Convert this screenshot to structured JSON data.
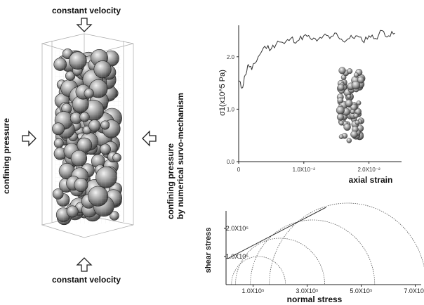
{
  "left_panel": {
    "top_label": "constant velocity",
    "bottom_label": "constant velocity",
    "left_label": "confining pressure",
    "right_label_line1": "confining pressure",
    "right_label_line2": "by numerical survo-mechanism"
  },
  "chart_data": [
    {
      "type": "line",
      "ylabel": "σ1(x10^5 Pa)",
      "xlabel": "axial strain",
      "xlim": [
        0,
        0.025
      ],
      "ylim": [
        0.0,
        2.6
      ],
      "x_ticks": [
        "0",
        "1.0X10⁻²",
        "2.0X10⁻²"
      ],
      "y_ticks": [
        "0.0",
        "1.0",
        "2.0"
      ],
      "series": [
        {
          "x": [
            0,
            0.0005,
            0.001,
            0.0015,
            0.002,
            0.003,
            0.004,
            0.005,
            0.006,
            0.007,
            0.008,
            0.009,
            0.01,
            0.011,
            0.012,
            0.013,
            0.014,
            0.015,
            0.016,
            0.017,
            0.018,
            0.019,
            0.02,
            0.021,
            0.022,
            0.023,
            0.024
          ],
          "y": [
            1.55,
            1.4,
            1.65,
            1.85,
            1.75,
            2.0,
            2.2,
            2.15,
            2.3,
            2.25,
            2.35,
            2.3,
            2.4,
            2.35,
            2.3,
            2.4,
            2.35,
            2.45,
            2.3,
            2.35,
            2.4,
            2.3,
            2.4,
            2.35,
            2.5,
            2.4,
            2.45
          ]
        }
      ]
    },
    {
      "type": "line",
      "ylabel": "shear stress",
      "xlabel": "normal stress",
      "x_ticks": [
        "1.0X10⁵",
        "3.0X10⁵",
        "5.0X10⁵",
        "7.0X10⁵"
      ],
      "y_ticks": [
        "1.0X10⁵",
        "2.0X10⁵"
      ],
      "circles": [
        {
          "center": 1.2,
          "radius": 1.0
        },
        {
          "center": 2.0,
          "radius": 1.65
        },
        {
          "center": 3.2,
          "radius": 2.3
        },
        {
          "center": 4.5,
          "radius": 2.9
        }
      ],
      "envelope": {
        "x": [
          0.05,
          3.7
        ],
        "y": [
          0.92,
          2.75
        ]
      }
    }
  ]
}
